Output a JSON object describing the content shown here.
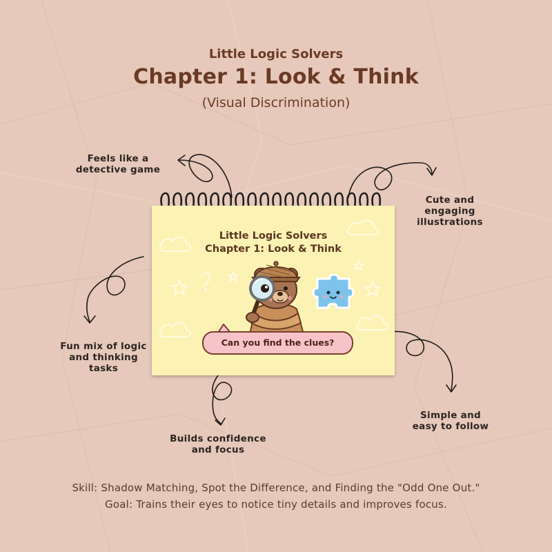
{
  "header": {
    "series": "Little Logic Solvers",
    "chapter": "Chapter 1: Look & Think",
    "subtitle": "(Visual Discrimination)"
  },
  "callouts": {
    "detective": [
      "Feels like a",
      "detective game"
    ],
    "illustrations": [
      "Cute and",
      "engaging",
      "illustrations"
    ],
    "logic_mix": [
      "Fun mix of logic",
      "and thinking",
      "tasks"
    ],
    "confidence": [
      "Builds confidence",
      "and focus"
    ],
    "simple": [
      "Simple and",
      "easy to follow"
    ]
  },
  "notebook": {
    "title_line1": "Little Logic Solvers",
    "title_line2": "Chapter 1: Look & Think",
    "speech_bubble": "Can you find the clues?",
    "page_color": "#fbf2b4"
  },
  "footer": {
    "skill": "Skill: Shadow Matching, Spot the Difference, and Finding the \"Odd One Out.\"",
    "goal": "Goal: Trains their eyes to notice tiny details and improves focus."
  },
  "colors": {
    "background": "#e6c9bb",
    "title_brown": "#6b3a24",
    "bubble_pink": "#f6c3c8",
    "puzzle_blue": "#7cc4ec"
  },
  "icons": [
    "curly-arrow-icon",
    "bear-detective-illustration",
    "magnifying-glass-icon",
    "puzzle-piece-icon",
    "spiral-binding"
  ]
}
